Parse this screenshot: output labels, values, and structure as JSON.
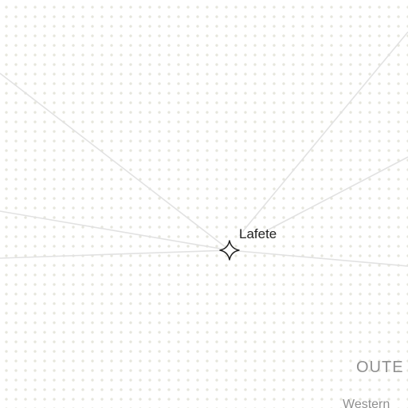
{
  "map": {
    "place": {
      "name": "Lafete",
      "icon": "four-point-star-icon"
    },
    "region_label": "OUTE",
    "subregion_label": "Western"
  },
  "colors": {
    "background": "#ffffff",
    "dot": "#e6e6dc",
    "route": "#e2e2e2",
    "marker_outline": "#1f1f1f",
    "label_text": "#222222",
    "region_text": "#8f8f8f"
  }
}
